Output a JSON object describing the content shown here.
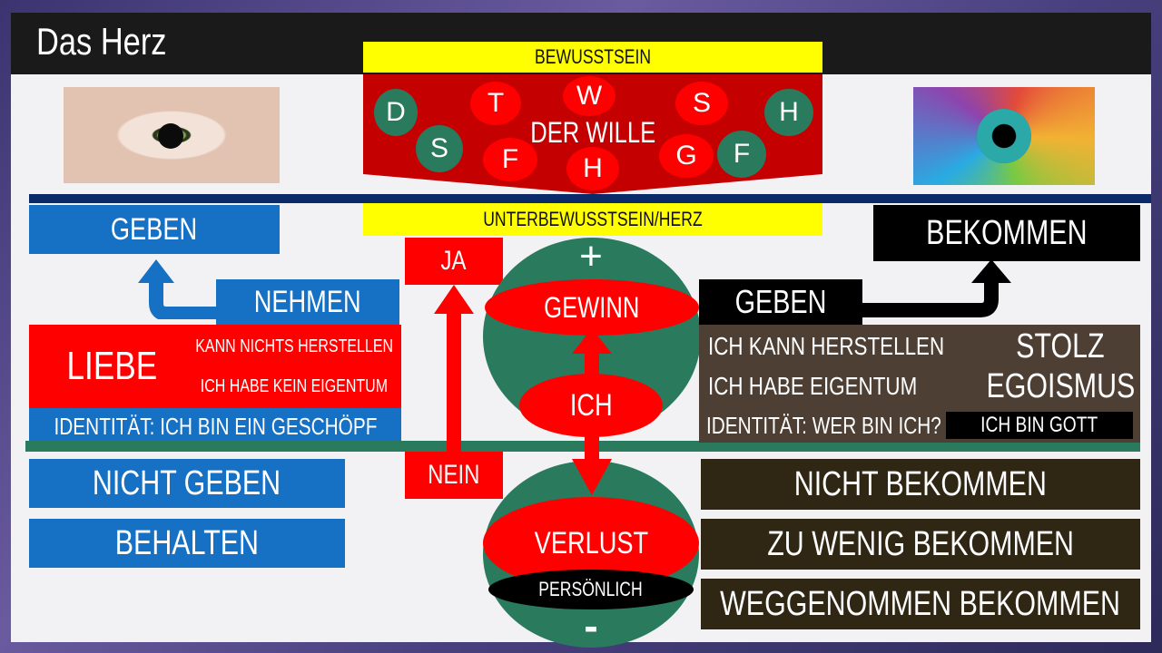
{
  "title": "Das Herz",
  "bewusstsein": "BEWUSSTSEIN",
  "der_wille": "DER WILLE",
  "letters": {
    "green": [
      "D",
      "S",
      "H",
      "F"
    ],
    "red": [
      "T",
      "W",
      "S",
      "F",
      "H",
      "G"
    ]
  },
  "unterbewusstsein": "UNTERBEWUSSTSEIN/HERZ",
  "left": {
    "geben": "GEBEN",
    "nehmen": "NEHMEN",
    "liebe": "LIEBE",
    "kann_nichts": "KANN NICHTS HERSTELLEN",
    "kein_eigentum": "ICH HABE KEIN EIGENTUM",
    "identitaet": "IDENTITÄT: ICH BIN EIN GESCHÖPF",
    "nicht_geben": "NICHT GEBEN",
    "behalten": "BEHALTEN"
  },
  "center": {
    "ja": "JA",
    "nein": "NEIN",
    "plus": "+",
    "gewinn": "GEWINN",
    "ich": "ICH",
    "verlust": "VERLUST",
    "persoenlich": "PERSÖNLICH",
    "minus": "-"
  },
  "right": {
    "bekommen": "BEKOMMEN",
    "geben": "GEBEN",
    "kann_herstellen": "ICH KANN HERSTELLEN",
    "habe_eigentum": "ICH HABE EIGENTUM",
    "stolz": "STOLZ",
    "egoismus": "EGOISMUS",
    "identitaet": "IDENTITÄT: WER BIN ICH?",
    "ich_bin_gott": "ICH BIN GOTT",
    "nicht_bekommen": "NICHT BEKOMMEN",
    "zu_wenig": "ZU WENIG BEKOMMEN",
    "weggenommen": "WEGGENOMMEN BEKOMMEN"
  },
  "colors": {
    "blue": "#1670c4",
    "red": "#ff0000",
    "green": "#2a7a5e",
    "yellow": "#ffff00",
    "dark_blue_line": "#0a2a6a",
    "brown": "#4e3f34"
  }
}
